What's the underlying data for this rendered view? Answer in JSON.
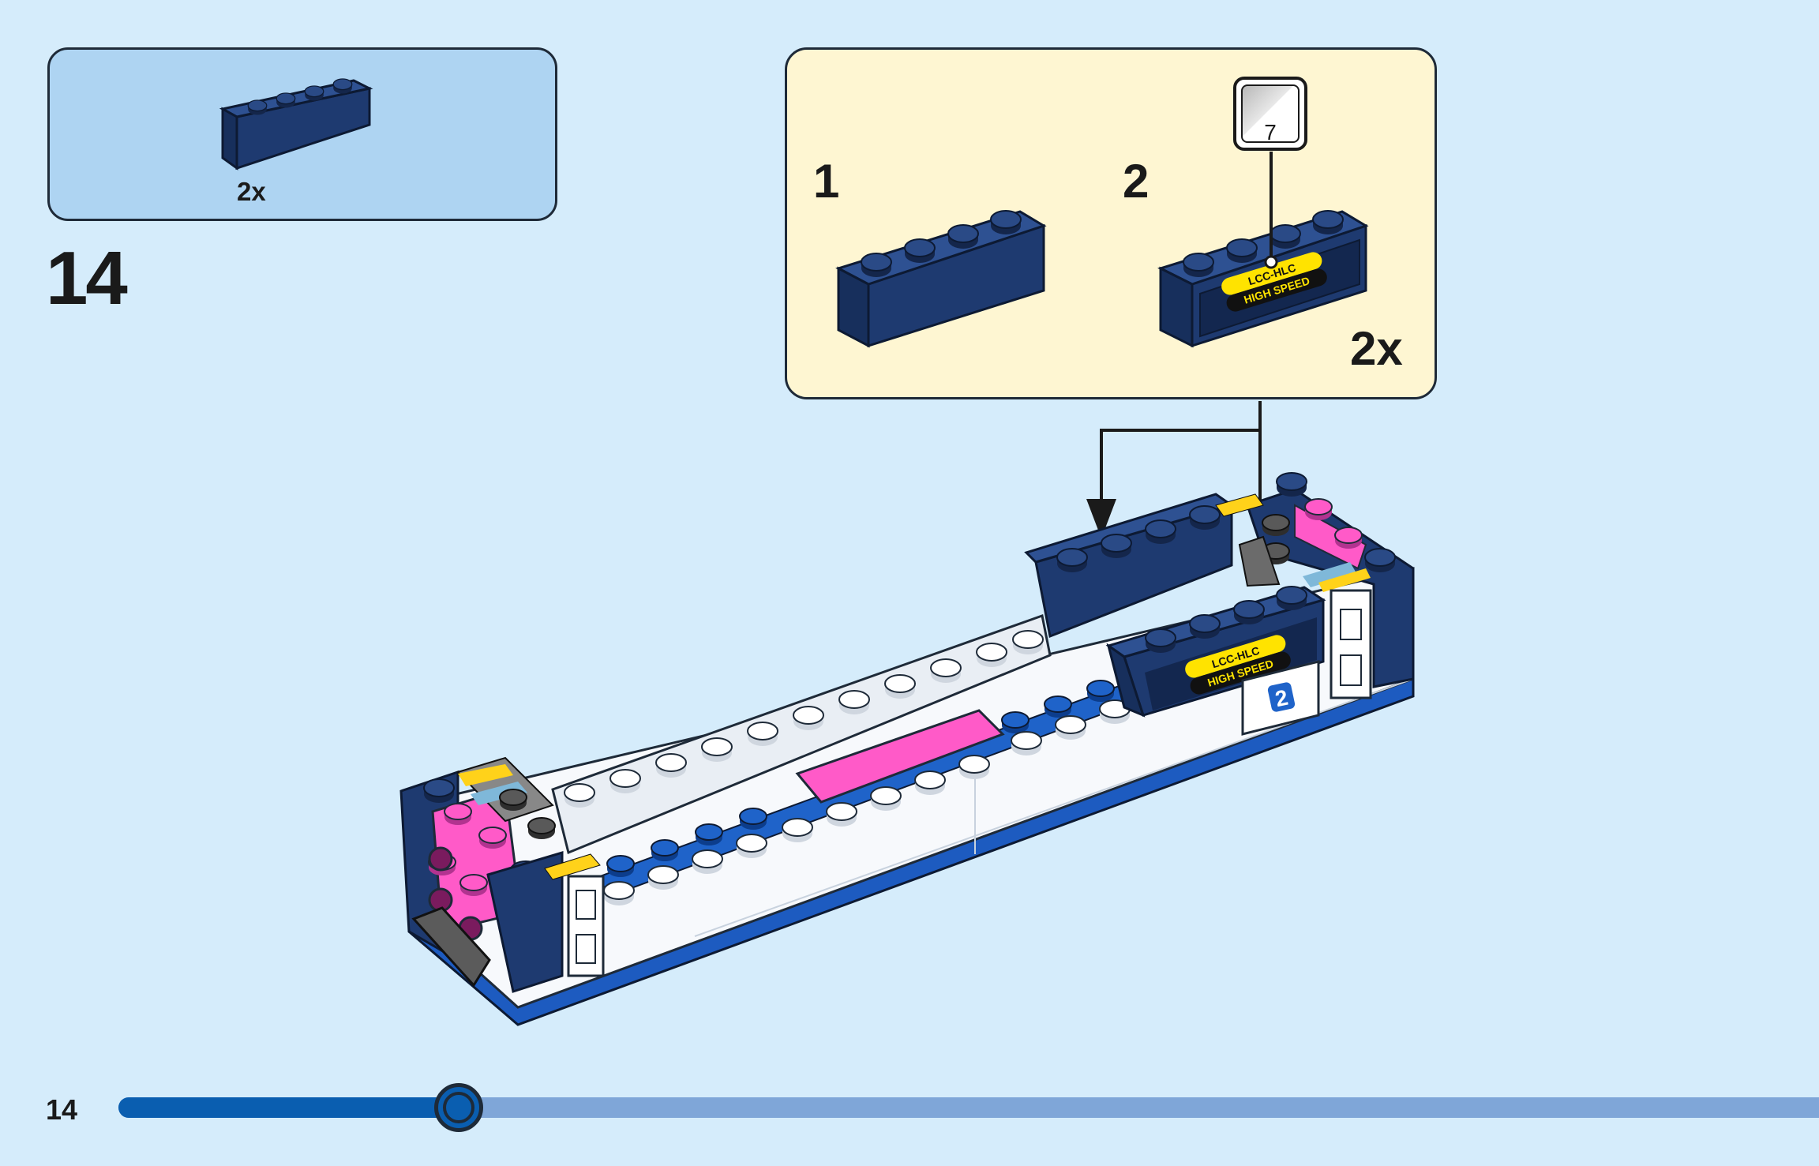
{
  "step": {
    "number": "14",
    "parts_needed": {
      "quantity": "2x",
      "piece": "1x4-brick-dark-blue"
    }
  },
  "sub_assembly": {
    "substeps": [
      "1",
      "2"
    ],
    "multiplier": "2x",
    "sticker": {
      "number": "7",
      "text_line1": "LCC-HLC",
      "text_line2": "HIGH SPEED"
    }
  },
  "model": {
    "door_number": "2"
  },
  "page": {
    "number": "14",
    "progress": 0.2
  },
  "colors": {
    "background": "#d5ecfb",
    "parts_box": "#aed4f2",
    "sub_box": "#fef6d2",
    "brick_dark_blue": "#23427c",
    "stud_dark": "#16294f",
    "white_brick": "#ffffff",
    "pink": "#ff5ac8",
    "sticker_yellow": "#ffe300",
    "progress_fill": "#0a5eb0",
    "progress_track": "#7fa6d8"
  }
}
